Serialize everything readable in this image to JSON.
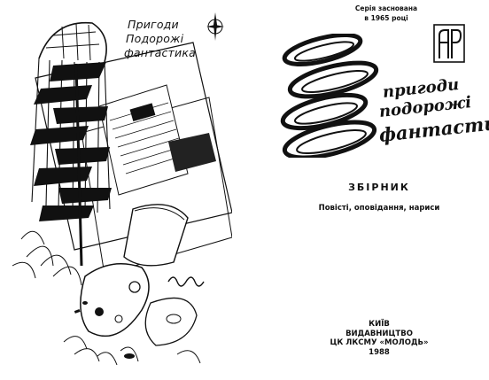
{
  "left_page": {
    "series_logo": {
      "line1": "Пригоди",
      "line2": "Подорожі",
      "line3": "фантастика"
    },
    "illustration_icon": "spiral-staircase-collage-illustration"
  },
  "right_page": {
    "series_note": {
      "line1": "Серія заснована",
      "line2": "в 1965 році"
    },
    "publisher_mark_icon": "molod-publisher-logo",
    "title_number_icon": "stylized-88-swirl",
    "title": {
      "line1": "пригоди",
      "line2": "подорожі",
      "line3": "фантастика"
    },
    "collection_label": "ЗБІРНИК",
    "subtitle": "Повісті, оповідання, нариси",
    "imprint": {
      "city": "КИЇВ",
      "publisher": "ВИДАВНИЦТВО",
      "org": "ЦК ЛКСМУ «МОЛОДЬ»",
      "year": "1988"
    }
  }
}
